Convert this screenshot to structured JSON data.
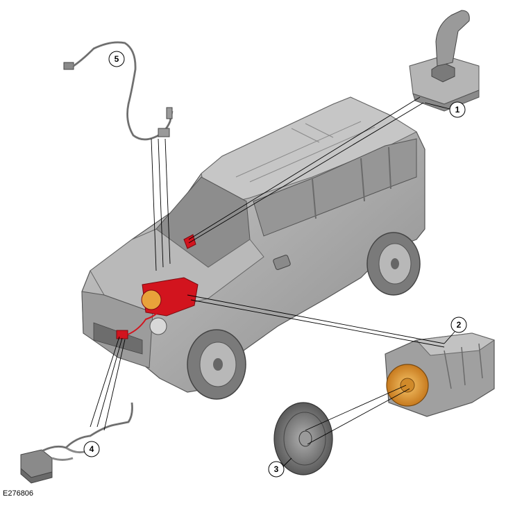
{
  "figure_id": "E276806",
  "callouts": [
    {
      "number": "1",
      "part": "gear-selector"
    },
    {
      "number": "2",
      "part": "transmission"
    },
    {
      "number": "3",
      "part": "flex-plate"
    },
    {
      "number": "4",
      "part": "transmission-control-module-harness"
    },
    {
      "number": "5",
      "part": "sensor-harness"
    }
  ],
  "colors": {
    "vehicle_body": "#a8a8a8",
    "vehicle_dark": "#6e6e6e",
    "highlight_red": "#d2141e",
    "torque_converter_orange": "#e8a23a",
    "component_grey": "#9a9a9a",
    "leader_line": "#000000"
  }
}
